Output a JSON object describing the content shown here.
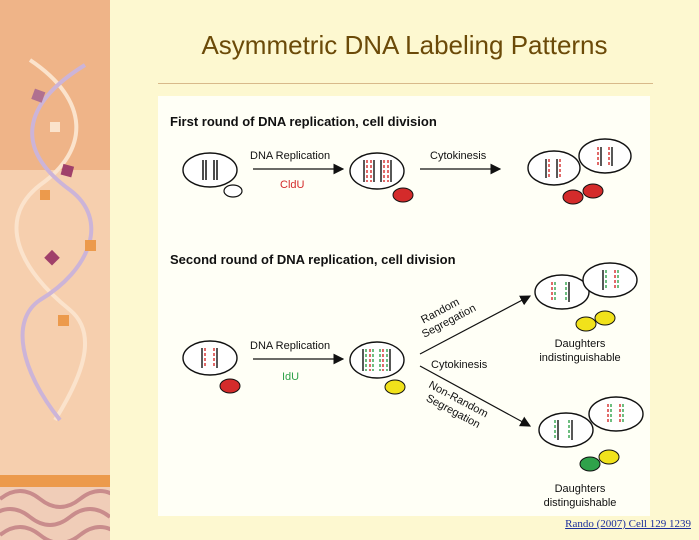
{
  "slide": {
    "title": "Asymmetric DNA Labeling Patterns",
    "citation": "Rando (2007) Cell 129 1239"
  },
  "diagram": {
    "round1_heading": "First round of DNA replication, cell division",
    "round1_step1": "DNA Replication",
    "round1_label": "CldU",
    "round1_step2": "Cytokinesis",
    "round2_heading": "Second round of DNA replication, cell division",
    "round2_step1": "DNA Replication",
    "round2_label": "IdU",
    "round2_step2": "Cytokinesis",
    "random_line1": "Random",
    "random_line2": "Segregation",
    "nonrandom_line1": "Non-Random",
    "nonrandom_line2": "Segregation",
    "outcome_top_line1": "Daughters",
    "outcome_top_line2": "indistinguishable",
    "outcome_bottom_line1": "Daughters",
    "outcome_bottom_line2": "distinguishable"
  },
  "colors": {
    "cldu_red": "#d42b2b",
    "idu_green": "#2fa24a",
    "yellow": "#f1e21b"
  }
}
